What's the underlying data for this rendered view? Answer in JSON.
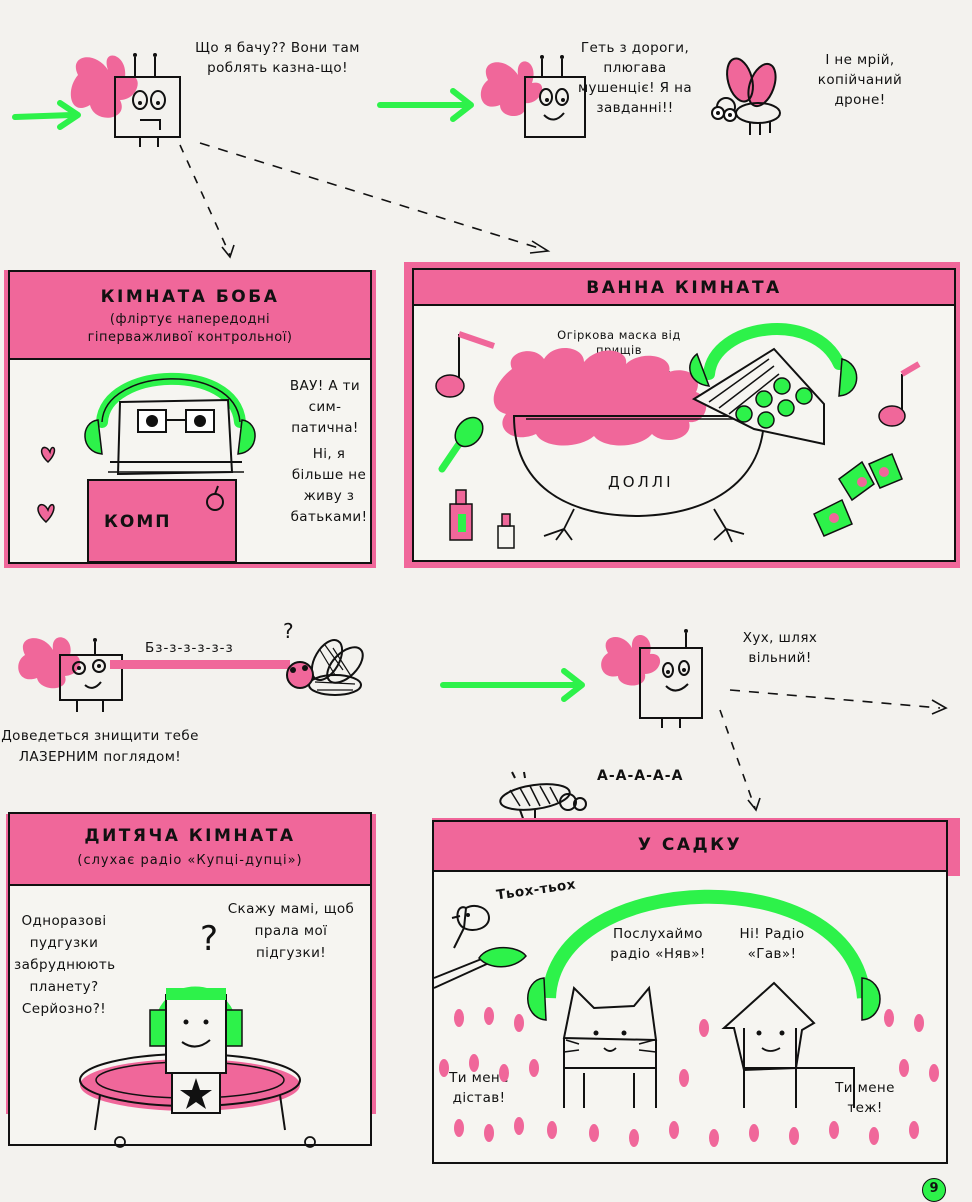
{
  "colors": {
    "pink": "#f0679a",
    "green": "#2df24a",
    "ink": "#111111",
    "paper": "#f3f2ee"
  },
  "top": {
    "drone_speech": "Що я бачу?? Вони там роблять казна-що!",
    "drone_speech_2": "Геть з дороги, плюгава мушенціє! Я на завданні!!",
    "fly_speech": "І не мрій, копійчаний дроне!"
  },
  "panels": {
    "bob": {
      "title": "КІМНАТА БОБА",
      "subtitle": "(фліртує напередодні гіперважливої контрольної)",
      "speech_1": "ВАУ! А ти сим-патична!",
      "speech_2": "Ні, я більше не живу з батьками!",
      "laptop_label": "КОМП"
    },
    "bath": {
      "title": "ВАННА КІМНАТА",
      "note": "Огіркова маска від прищів",
      "tub_label": "ДОЛЛІ"
    },
    "kids": {
      "title": "ДИТЯЧА КІМНАТА",
      "subtitle": "(слухає радіо «Купці-дупці»)",
      "speech_1": "Одноразові пудгузки забруднюють планету? Серйозно?!",
      "speech_2": "Скажу мамі, щоб прала мої підгузки!"
    },
    "garden": {
      "title": "У САДКУ",
      "bird_sound": "Тьох-тьох",
      "cat_speech": "Послухаймо радіо «Няв»!",
      "dog_speech": "Ні! Радіо «Гав»!",
      "left_speech": "Ти мене дістав!",
      "right_speech": "Ти мене теж!"
    }
  },
  "middle": {
    "laser_sound": "Бз-з-з-з-з-з",
    "laser_speech": "Доведеться знищити тебе ЛАЗЕРНИМ поглядом!",
    "relief_speech": "Хух, шлях вільний!",
    "fly_scream": "А-А-А-А-А"
  },
  "page_number": "9"
}
